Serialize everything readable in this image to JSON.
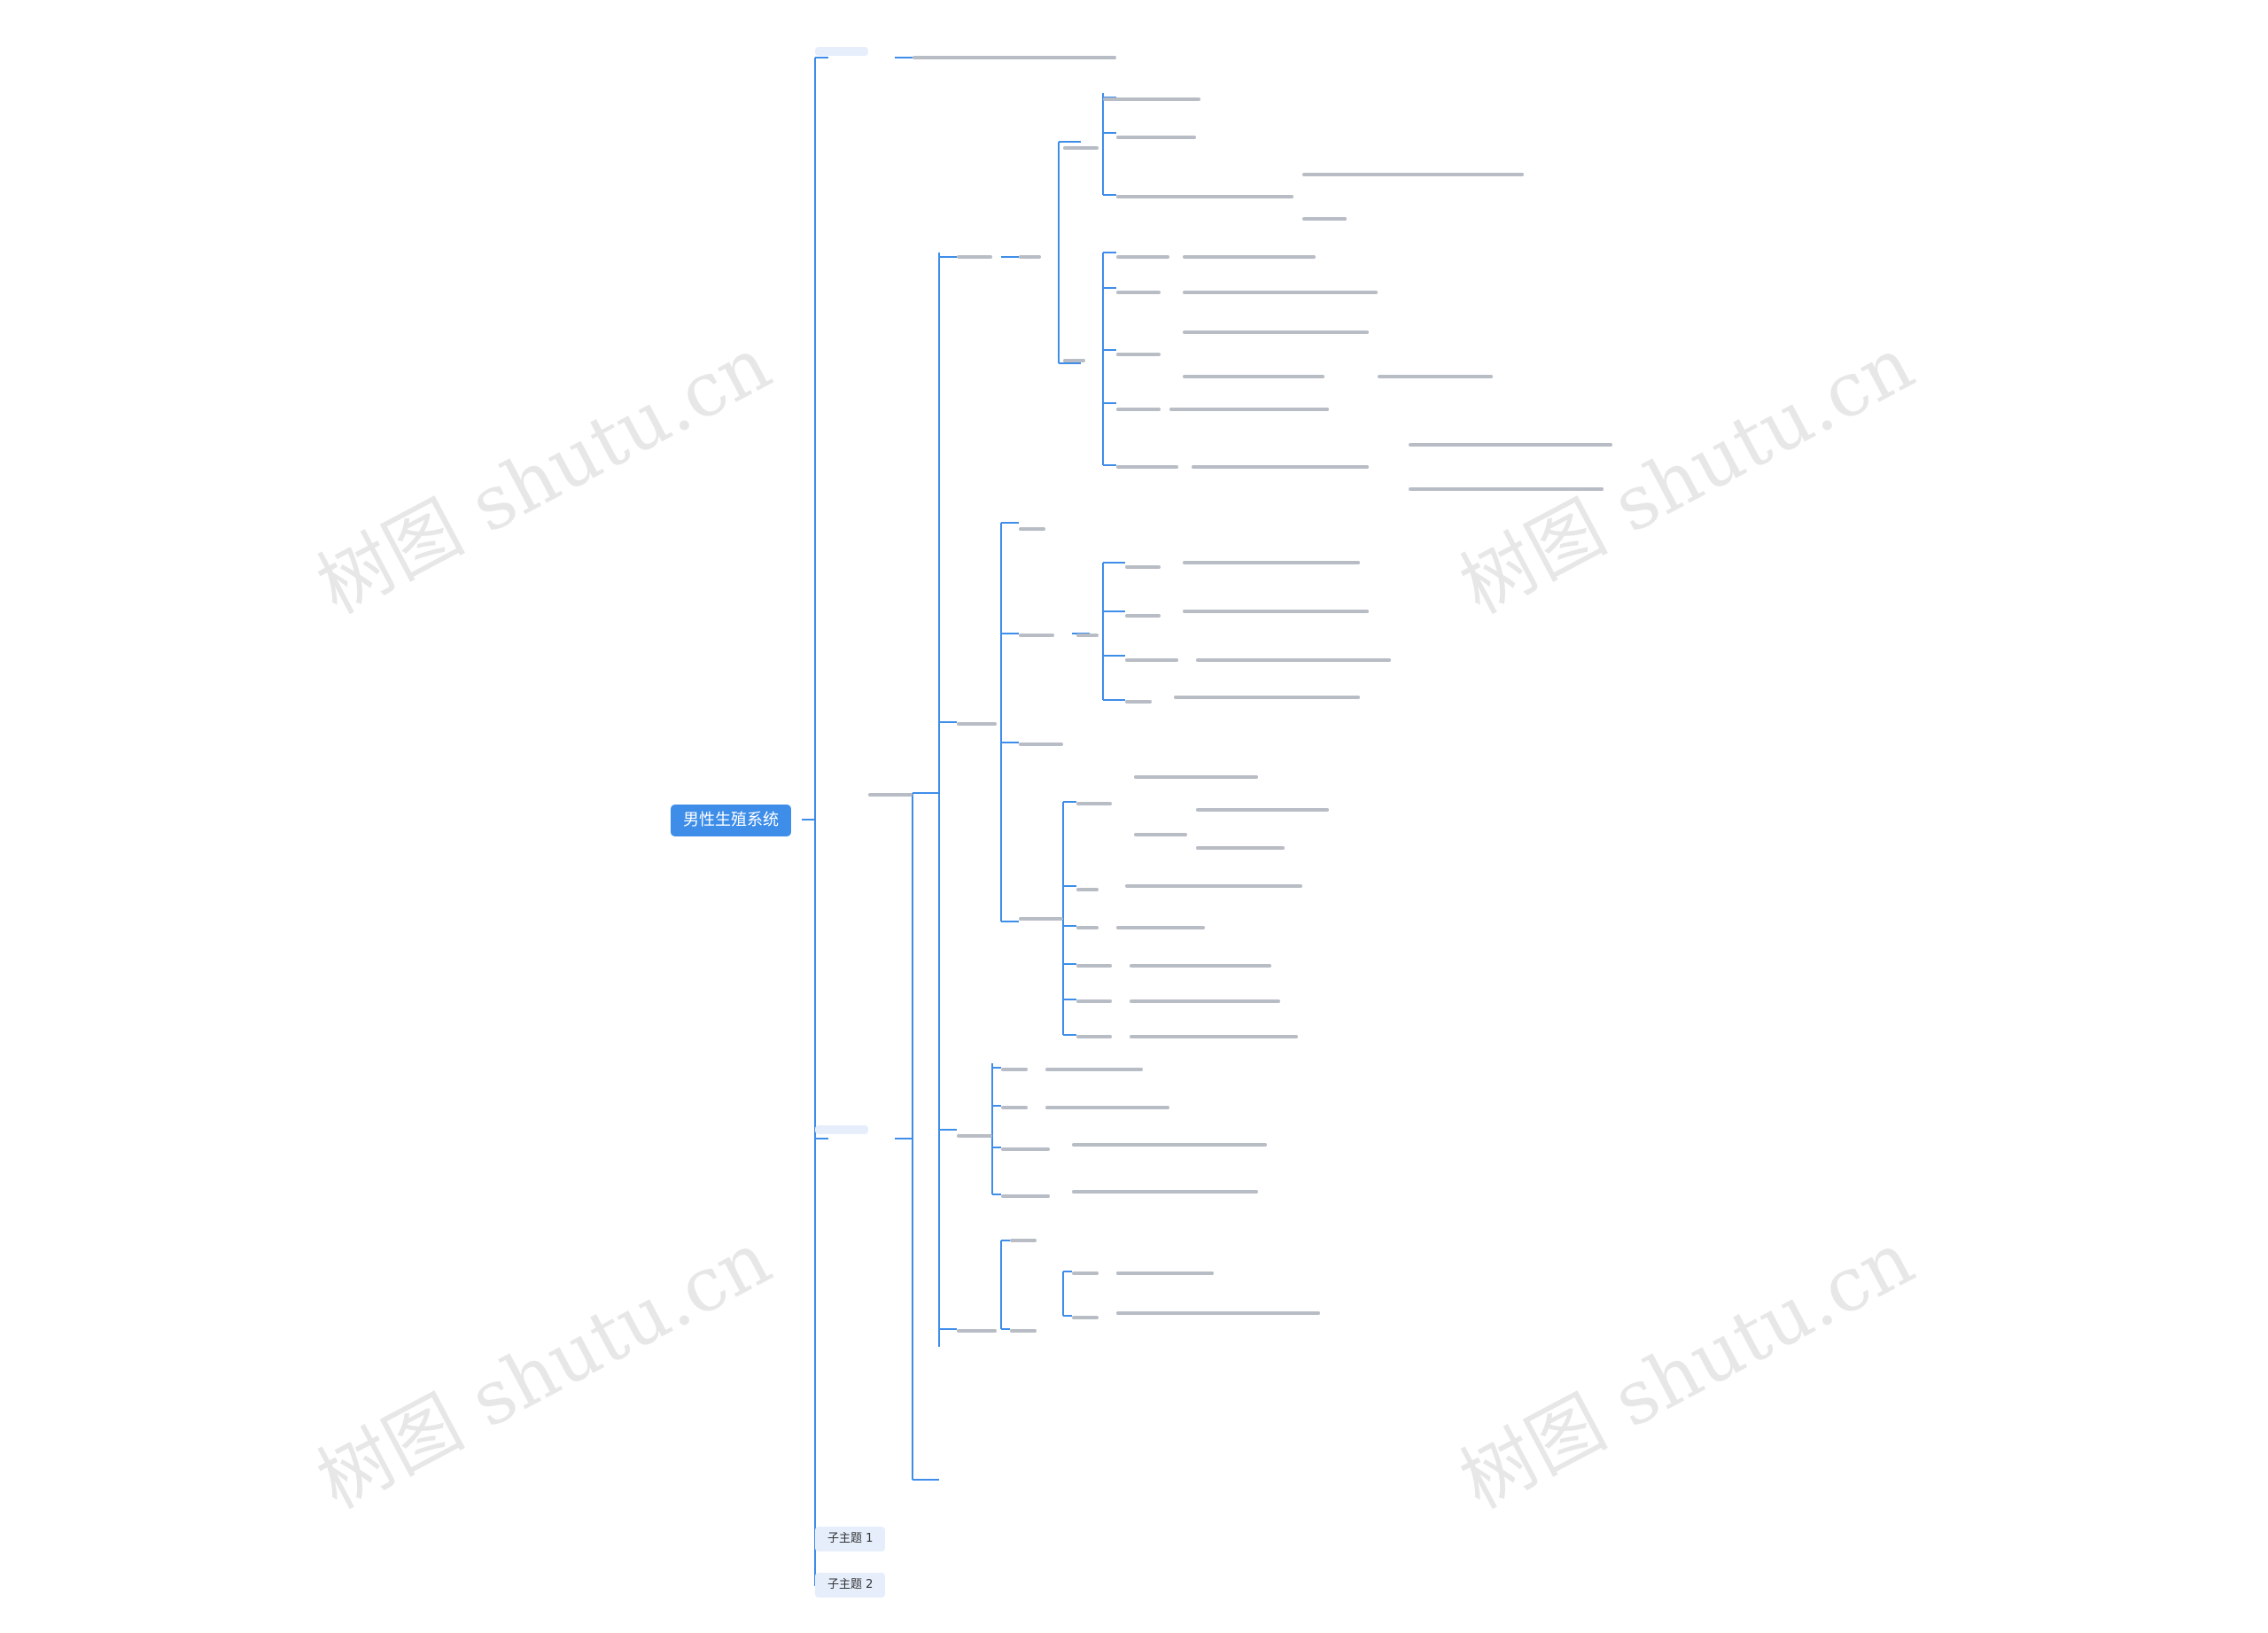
{
  "colors": {
    "line": "#3d8de9",
    "root_bg": "#3d8de9",
    "l1_bg": "#e6eefc",
    "text": "#333333",
    "watermark": "#787878"
  },
  "watermark_text": "树图 shutu.cn",
  "root": {
    "label": "男性生殖系统"
  },
  "l1": [
    {
      "label": ""
    },
    {
      "label": ""
    },
    {
      "label": "子主题 1"
    },
    {
      "label": "子主题 2"
    }
  ],
  "nodes": {
    "n1": "",
    "n2": "",
    "n3": "",
    "n4": "",
    "n5": "",
    "n6": "",
    "n7": "",
    "n8": "",
    "n9": "",
    "n10": "",
    "n11": "",
    "n12": "",
    "n13": "",
    "n14": "",
    "n15": "",
    "n16": "",
    "n17": "",
    "n18": "",
    "n19": "",
    "n20": "",
    "n21": "",
    "n22": "",
    "n23": "",
    "n24": "",
    "n25": "",
    "n26": "",
    "n27": "",
    "n28": "",
    "n29": "",
    "n30": "",
    "n31": "",
    "n32": "",
    "n33": "",
    "n34": "",
    "n35": "",
    "n36": "",
    "n37": "",
    "n38": "",
    "n39": "",
    "n40": "",
    "n41": "",
    "n42": "",
    "n43": "",
    "n44": "",
    "n45": "",
    "n46": "",
    "n47": "",
    "n48": "",
    "n49": "",
    "n50": "",
    "n51": "",
    "n52": "",
    "n53": "",
    "n54": "",
    "n55": "",
    "n56": "",
    "n57": "",
    "n58": "",
    "n59": "",
    "n60": "",
    "n61": "",
    "n62": "",
    "n63": "",
    "n64": "",
    "n65": "",
    "n66": "",
    "n67": "",
    "n68": "",
    "n69": "",
    "n70": ""
  }
}
